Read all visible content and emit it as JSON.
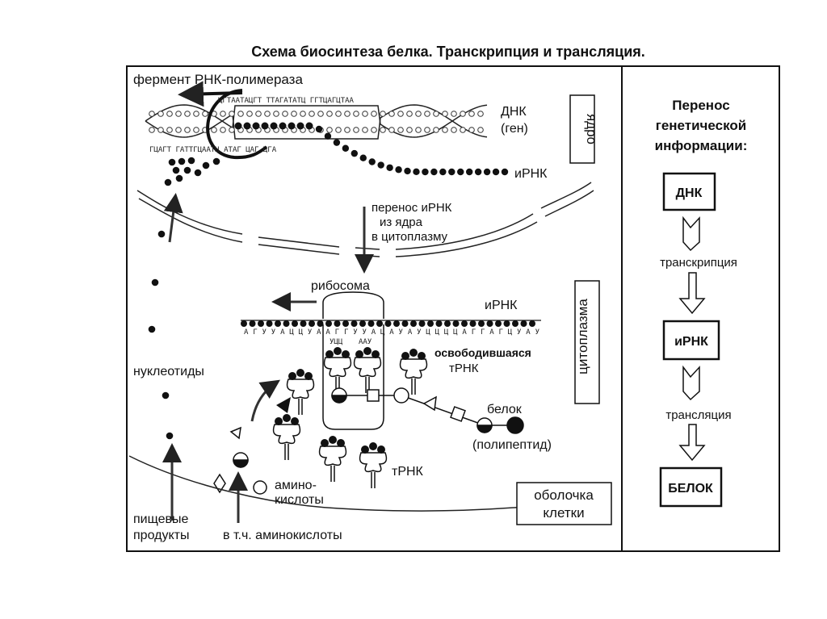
{
  "title": "Схема биосинтеза белка. Транскрипция и трансляция.",
  "nucleus": {
    "enzyme_label": "фермент РНК-полимераза",
    "dna_label": "ДНК",
    "gene_label": "(ген)",
    "mrna_label": "иРНК",
    "region_label": "ядро",
    "dna_top_sequence": "ЦГТААТАЦГТ ТТАГАТАТЦ ГГТЦАГЦТАА",
    "dna_bottom_sequence": "ГЦАГТ ГАТТГЦААТЦ АТАГ ЦАГ ЦГА",
    "transfer_lines": [
      "перенос иРНК",
      "из ядра",
      "в цитоплазму"
    ]
  },
  "cytoplasm": {
    "ribosome_label": "рибосома",
    "mrna_label": "иРНК",
    "mrna_sequence": "АГУУАЦЦУААГГУУАЦАУАУЦЦЦЦАГГАГЦУАУ",
    "anticodons": [
      "УЦЦ",
      "ААУ"
    ],
    "released_trna_lines": [
      "освободившаяся",
      "тРНК"
    ],
    "region_label": "цитоплазма",
    "protein_label": "белок",
    "polypeptide_label": "(полипептид)",
    "nucleotides_label": "нуклеотиды",
    "trna_label": "тРНК",
    "amino_acids_lines": [
      "амино-",
      "кислоты"
    ],
    "membrane_lines": [
      "оболочка",
      "клетки"
    ],
    "food_lines": [
      "пищевые",
      "продукты"
    ],
    "incl_amino_acids": "в т.ч. аминокислоты"
  },
  "flow": {
    "heading_lines": [
      "Перенос",
      "генетической",
      "информации:"
    ],
    "steps": [
      "ДНК",
      "иРНК",
      "БЕЛОК"
    ],
    "processes": [
      "транскрипция",
      "трансляция"
    ]
  },
  "colors": {
    "ink": "#111111",
    "background": "#ffffff"
  }
}
